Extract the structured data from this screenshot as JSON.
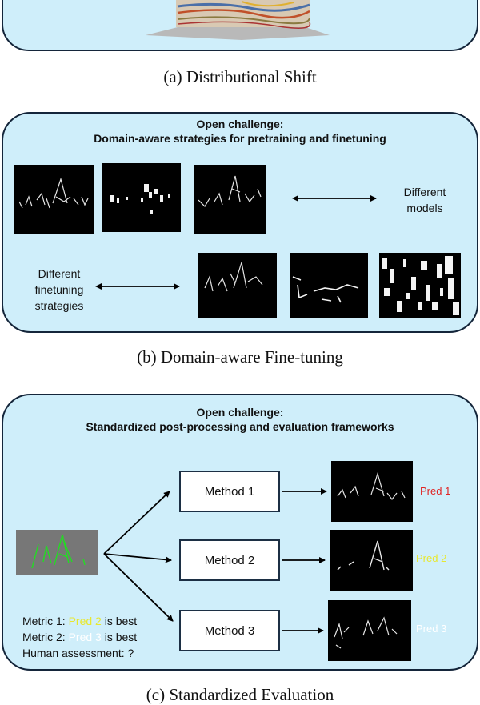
{
  "captions": {
    "a": "(a) Distributional Shift",
    "b": "(b) Domain-aware Fine-tuning",
    "c": "(c) Standardized Evaluation"
  },
  "panel_b": {
    "challenge_line1": "Open challenge:",
    "challenge_line2": "Domain-aware strategies for pretraining and finetuning",
    "models_label_1": "Different",
    "models_label_2": "models",
    "finetune_label_1": "Different",
    "finetune_label_2": "finetuning",
    "finetune_label_3": "strategies"
  },
  "panel_c": {
    "challenge_line1": "Open challenge:",
    "challenge_line2": "Standardized post-processing and evaluation frameworks",
    "methods": [
      "Method 1",
      "Method 2",
      "Method 3"
    ],
    "preds": [
      "Pred 1",
      "Pred 2",
      "Pred 3"
    ],
    "pred_colors": [
      "#e02424",
      "#e8e830",
      "#ffffff"
    ],
    "metric1_prefix": "Metric 1: ",
    "metric1_pred": "Pred 2",
    "metric1_suffix": " is best",
    "metric2_prefix": "Metric 2: ",
    "metric2_pred": "Pred 3",
    "metric2_suffix": " is best",
    "human": "Human assessment: ?"
  }
}
